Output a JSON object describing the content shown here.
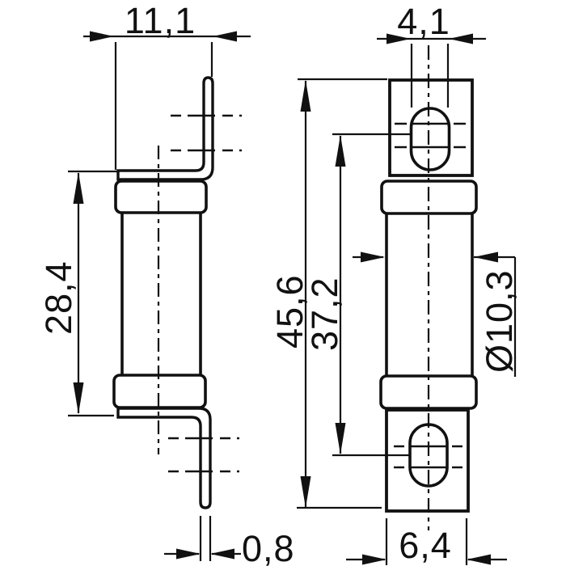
{
  "drawing": {
    "background_color": "#ffffff",
    "line_color": "#111111",
    "dimensions": {
      "bracket_offset_width": "11,1",
      "slot_width": "4,1",
      "between_tags_height": "28,4",
      "overall_tag_height": "45,6",
      "slot_centres_height": "37,2",
      "body_diameter": "Ø10,3",
      "tag_thickness": "0,8",
      "tag_width": "6,4"
    }
  }
}
